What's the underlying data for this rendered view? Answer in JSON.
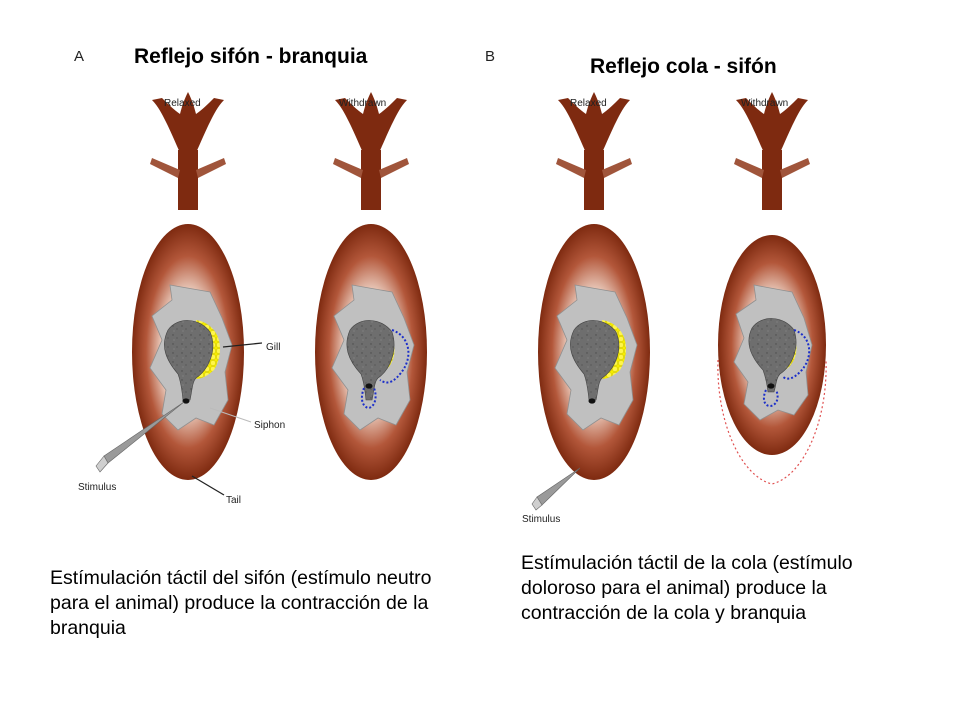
{
  "panels": [
    {
      "letter": "A",
      "title": "Reflejo sifón - branquia",
      "states": [
        "Relaxed",
        "Withdrawn"
      ],
      "callouts": {
        "gill": "Gill",
        "siphon": "Siphon",
        "stimulus": "Stimulus",
        "tail": "Tail"
      },
      "caption": "Estímulación táctil del sifón (estímulo neutro para el animal) produce la contracción de la branquia"
    },
    {
      "letter": "B",
      "title": "Reflejo cola - sifón",
      "states": [
        "Relaxed",
        "Withdrawn"
      ],
      "callouts": {
        "stimulus": "Stimulus"
      },
      "caption": "Estímulación táctil de la cola (estímulo doloroso para el animal) produce la contracción de la cola y branquia"
    }
  ],
  "colors": {
    "body_dark": "#7e2a10",
    "body_light": "#f6ece6",
    "mantle": "#bfbfbf",
    "gill": "#f5ec00",
    "outline_dots": "#1c2fc9",
    "tail_outline": "#e05050"
  }
}
